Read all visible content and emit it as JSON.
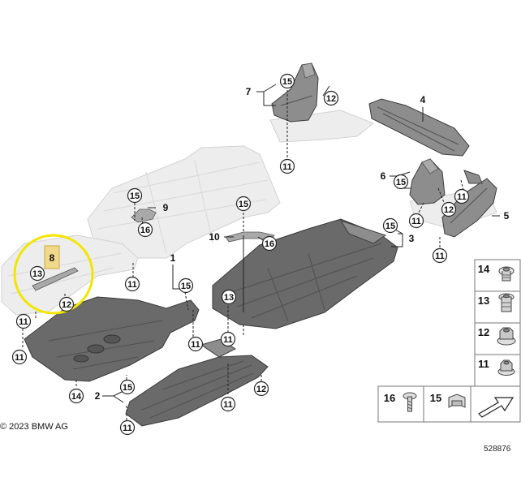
{
  "footer": {
    "copyright": "© 2023 BMW AG",
    "reference_number": "528876"
  },
  "highlight": {
    "color": "#f2e600",
    "label": "8"
  },
  "part_labels": [
    {
      "id": "p1",
      "text": "1"
    },
    {
      "id": "p2",
      "text": "2"
    },
    {
      "id": "p3",
      "text": "3"
    },
    {
      "id": "p4",
      "text": "4"
    },
    {
      "id": "p5",
      "text": "5"
    },
    {
      "id": "p6",
      "text": "6"
    },
    {
      "id": "p7",
      "text": "7"
    },
    {
      "id": "p9",
      "text": "9"
    },
    {
      "id": "p10",
      "text": "10"
    }
  ],
  "callouts": [
    "15",
    "12",
    "11",
    "15",
    "11",
    "15",
    "16",
    "15",
    "16",
    "13",
    "12",
    "11",
    "11",
    "11",
    "13",
    "15",
    "11",
    "11",
    "14",
    "15",
    "11",
    "12",
    "11",
    "15",
    "11",
    "12",
    "11",
    "13",
    "12",
    "11"
  ],
  "legend": [
    {
      "num": "14",
      "icon": "nut-with-washer-icon"
    },
    {
      "num": "13",
      "icon": "expanding-nut-icon"
    },
    {
      "num": "12",
      "icon": "hex-collar-nut-icon"
    },
    {
      "num": "11",
      "icon": "flange-nut-icon"
    },
    {
      "num": "16",
      "icon": "screw-icon"
    },
    {
      "num": "15",
      "icon": "clip-nut-icon"
    }
  ]
}
